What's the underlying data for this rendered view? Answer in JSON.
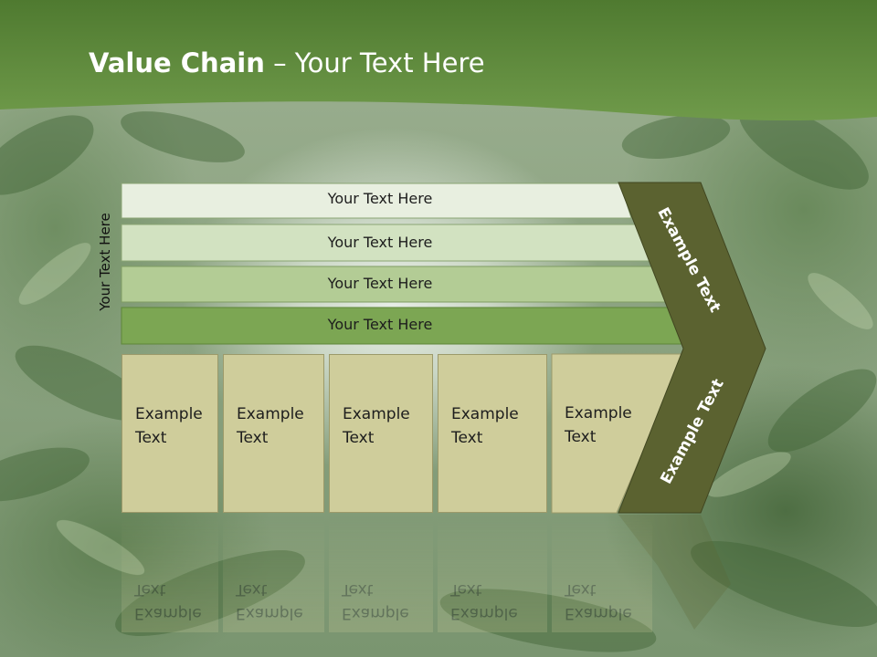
{
  "title": {
    "bold": "Value Chain",
    "rest": " – Your Text Here"
  },
  "side_label": "Your Text Here",
  "rows": [
    {
      "label": "Your Text Here",
      "color": "#e8efe0"
    },
    {
      "label": "Your Text Here",
      "color": "#d2e2c1"
    },
    {
      "label": "Your Text Here",
      "color": "#b3cc95"
    },
    {
      "label": "Your Text Here",
      "color": "#7ca653"
    }
  ],
  "boxes": [
    {
      "label": "Example\nText"
    },
    {
      "label": "Example\nText"
    },
    {
      "label": "Example\nText"
    },
    {
      "label": "Example\nText"
    },
    {
      "label": "Example\nText"
    }
  ],
  "chevron": {
    "upper_label": "Example Text",
    "lower_label": "Example Text",
    "color": "#5b6230"
  },
  "colors": {
    "banner": "#5f8a3c",
    "box_fill": "#cfcd9b"
  }
}
